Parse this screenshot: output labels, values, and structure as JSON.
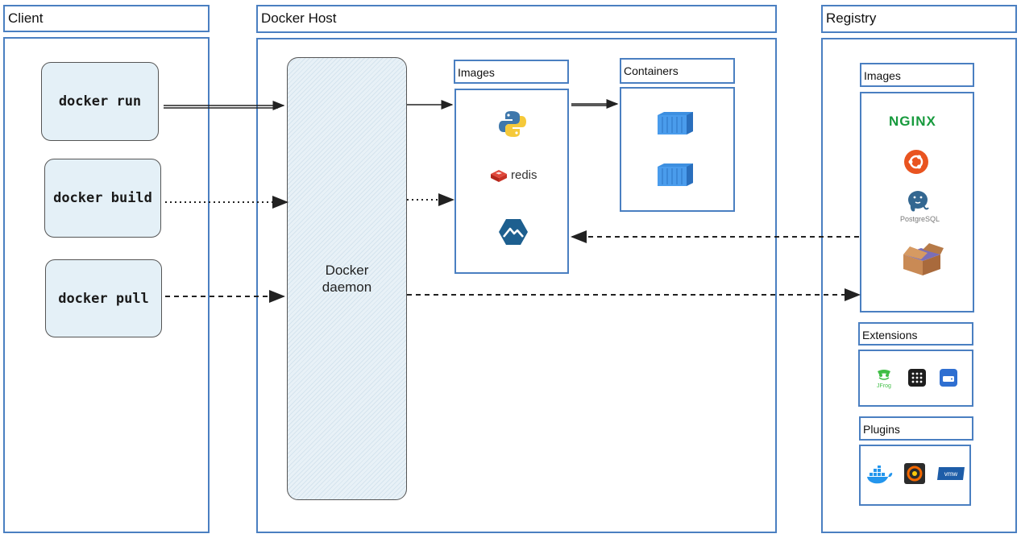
{
  "client": {
    "header": "Client",
    "commands": [
      "docker run",
      "docker build",
      "docker pull"
    ]
  },
  "host": {
    "header": "Docker Host",
    "daemon": [
      "Docker",
      "daemon"
    ],
    "images_header": "Images",
    "containers_header": "Containers",
    "redis_label": "redis"
  },
  "registry": {
    "header": "Registry",
    "images_header": "Images",
    "nginx_label": "NGINX",
    "postgres_label": "PostgreSQL",
    "extensions_header": "Extensions",
    "extension_label": "JFrog",
    "plugins_header": "Plugins",
    "plugin_label": "vmw"
  },
  "icons": {
    "python": "python-icon",
    "redis": "redis-icon",
    "alpine": "alpine-icon",
    "container": "container-icon",
    "nginx": "nginx-icon",
    "ubuntu": "ubuntu-icon",
    "postgres": "postgresql-icon",
    "box": "cardboard-box-icon",
    "jfrog": "jfrog-icon",
    "grid": "grid-app-icon",
    "drive": "drive-icon",
    "docker": "docker-whale-icon",
    "grafana": "grafana-icon",
    "vmware": "vmware-icon"
  },
  "colors": {
    "frame": "#4a7fc1",
    "command_fill": "#e4f0f7",
    "container": "#3d8fe0",
    "nginx": "#179a3d",
    "ubuntu": "#e95420",
    "redis": "#d82c20"
  }
}
